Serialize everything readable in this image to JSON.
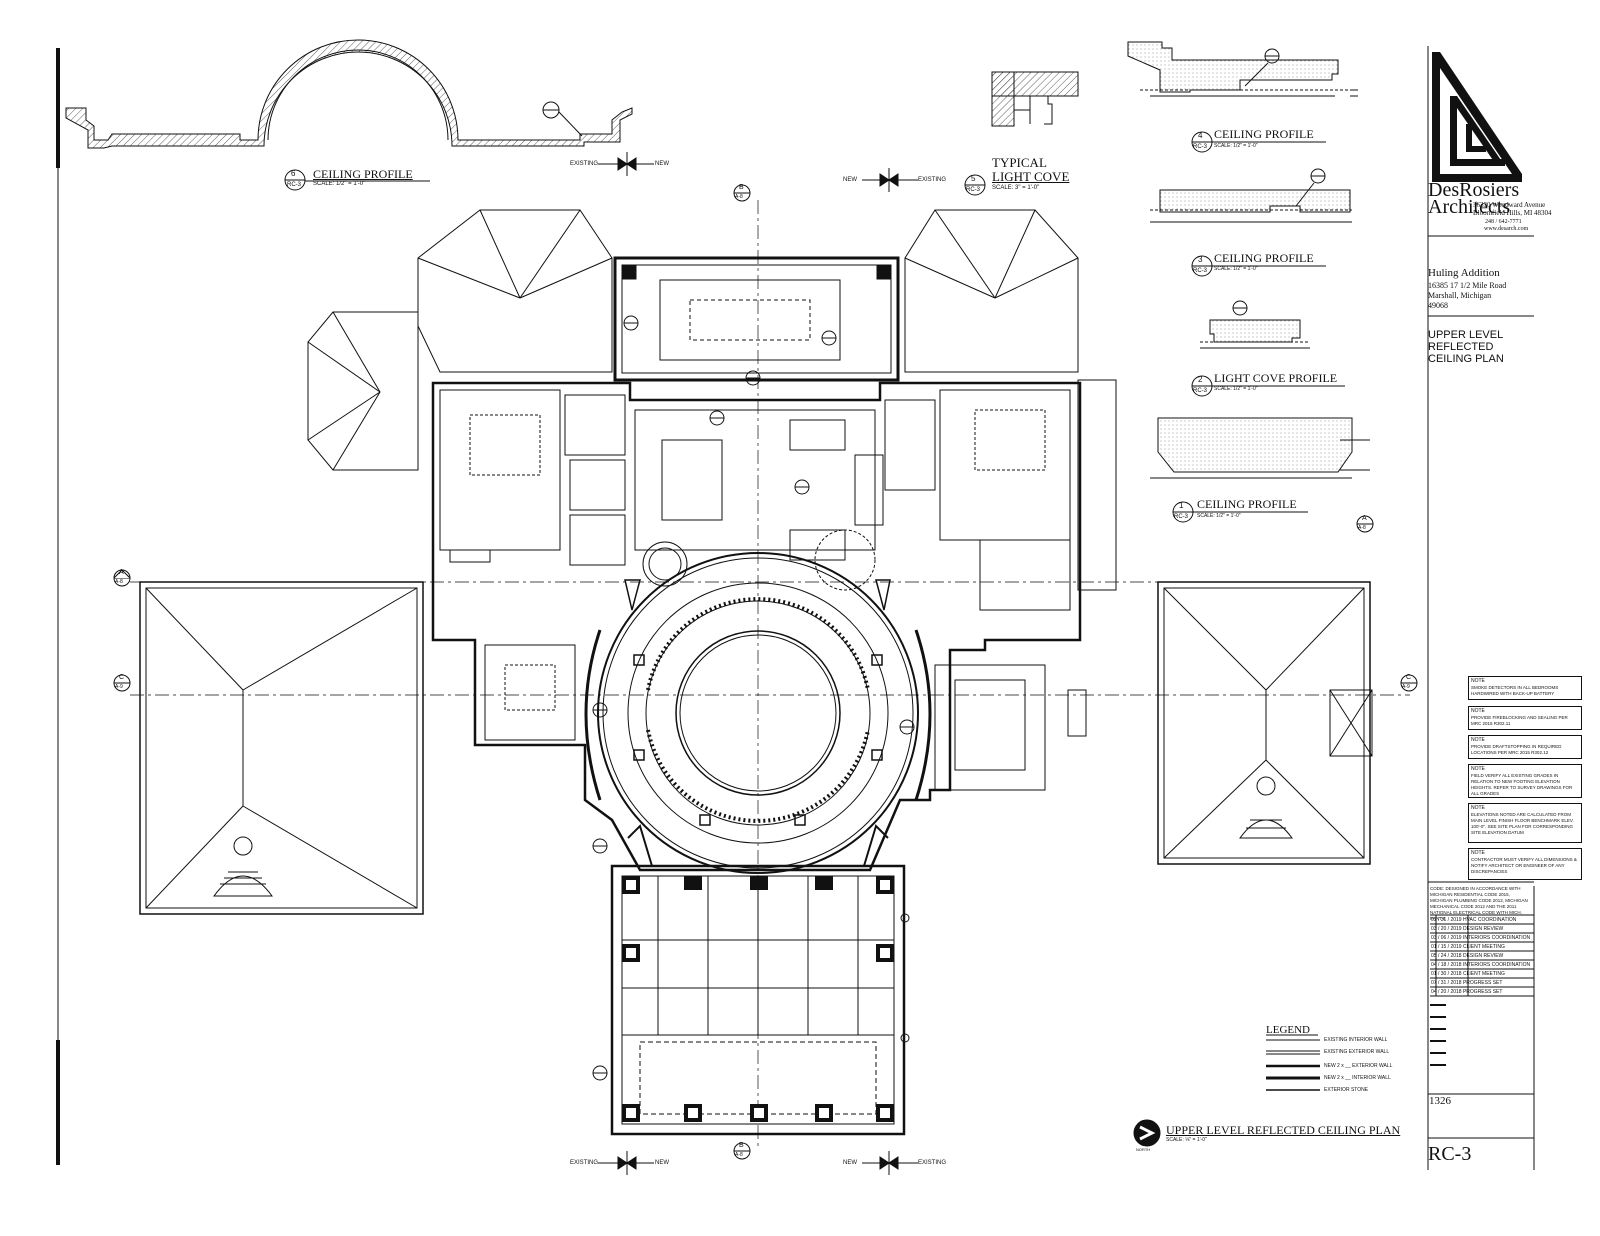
{
  "firm": {
    "name_line1": "DesRosiers",
    "name_line2": "Architects",
    "address1": "36330 Woodward Avenue",
    "address2": "Bloomfield Hills, MI  48304",
    "phone": "248 / 642-7771",
    "web": "www.desarch.com"
  },
  "project": {
    "name": "Huling Addition",
    "address1": "16385   17 1/2 Mile Road",
    "address2": "Marshall, Michigan",
    "zip": "49068"
  },
  "sheet": {
    "title1": "UPPER LEVEL",
    "title2": "REFLECTED",
    "title3": "CEILING PLAN",
    "job_number": "1326",
    "number": "RC-3"
  },
  "details": {
    "d6": {
      "num": "6",
      "sheet": "RC-3",
      "title": "CEILING PROFILE",
      "scale": "SCALE: 1/2\" = 1'-0\""
    },
    "d5": {
      "num": "5",
      "sheet": "RC-3",
      "title1": "TYPICAL",
      "title2": "LIGHT COVE",
      "scale": "SCALE: 3\" = 1'-0\""
    },
    "d4": {
      "num": "4",
      "sheet": "RC-3",
      "title": "CEILING PROFILE",
      "scale": "SCALE: 1/2\" = 1'-0\""
    },
    "d3": {
      "num": "3",
      "sheet": "RC-3",
      "title": "CEILING PROFILE",
      "scale": "SCALE: 1/2\" = 1'-0\""
    },
    "d2": {
      "num": "2",
      "sheet": "RC-3",
      "title": "LIGHT COVE PROFILE",
      "scale": "SCALE: 1/2\" = 1'-0\""
    },
    "d1": {
      "num": "1",
      "sheet": "RC-3",
      "title": "CEILING PROFILE",
      "scale": "SCALE: 1/2\" = 1'-0\""
    }
  },
  "plan": {
    "title": "UPPER LEVEL REFLECTED CEILING PLAN",
    "scale": "SCALE: ⅛\" = 1'-0\"",
    "north": "NORTH"
  },
  "markers": {
    "existing": "EXISTING",
    "new": "NEW",
    "section_a": "A",
    "section_b": "B",
    "section_c": "C",
    "sheet_a8": "A-8",
    "sheet_a9": "A-9"
  },
  "legend": {
    "title": "LEGEND",
    "items": [
      "EXISTING INTERIOR WALL",
      "EXISTING EXTERIOR WALL",
      "NEW 2 x __ EXTERIOR WALL",
      "NEW 2 x __ INTERIOR WALL",
      "EXTERIOR STONE"
    ]
  },
  "notes": [
    {
      "title": "NOTE",
      "text": "SMOKE DETECTORS IN ALL BEDROOMS HARDWIRED WITH BACK-UP BATTERY"
    },
    {
      "title": "NOTE",
      "text": "PROVIDE FIREBLOCKING AND SEALING PER MRC 2015 R302.11"
    },
    {
      "title": "NOTE",
      "text": "PROVIDE DRAFTSTOPPING IN REQUIRED LOCATIONS PER MRC 2015 R302.12"
    },
    {
      "title": "NOTE",
      "text": "FIELD VERIFY ALL EXISTING GRADES IN RELATION TO NEW FOOTING ELEVATION HEIGHTS. REFER TO SURVEY DRAWINGS FOR ALL GRADES"
    },
    {
      "title": "NOTE",
      "text": "ELEVATIONS NOTED ARE CALCULATED FROM MAIN LEVEL FINISH FLOOR BENCHMARK ELEV. 100'-0\". SEE SITE PLAN FOR CORRESPONDING SITE ELEVATION DATUM"
    },
    {
      "title": "NOTE",
      "text": "CONTRACTOR MUST VERIFY ALL DIMENSIONS & NOTIFY ARCHITECT OR ENGINEER OF ANY DISCREPANCIES"
    }
  ],
  "code_note": "CODE: DESIGNED IN ACCORDANCE WITH MICHIGAN RESIDENTIAL CODE 2015, MICHIGAN PLUMBING CODE 2012, MICHIGAN MECHANICAL CODE 2012 AND THE 2011 NATIONAL ELECTRICAL CODE WITH MICH. PART 8",
  "revisions": [
    "03 / 31 / 2019   HVAC COORDINATION",
    "03 / 20 / 2019   DESIGN REVIEW",
    "03 / 06 / 2019   INTERIORS COORDINATION",
    "01 / 15 / 2019   CLIENT MEETING",
    "05 / 24 / 2018   DESIGN REVIEW",
    "04 / 18 / 2018   INTERIORS COORDINATION",
    "01 / 30 / 2018   CLIENT MEETING",
    "07 / 31 / 2018   PROGRESS SET",
    "04 / 20 / 2018   PROGRESS SET"
  ]
}
